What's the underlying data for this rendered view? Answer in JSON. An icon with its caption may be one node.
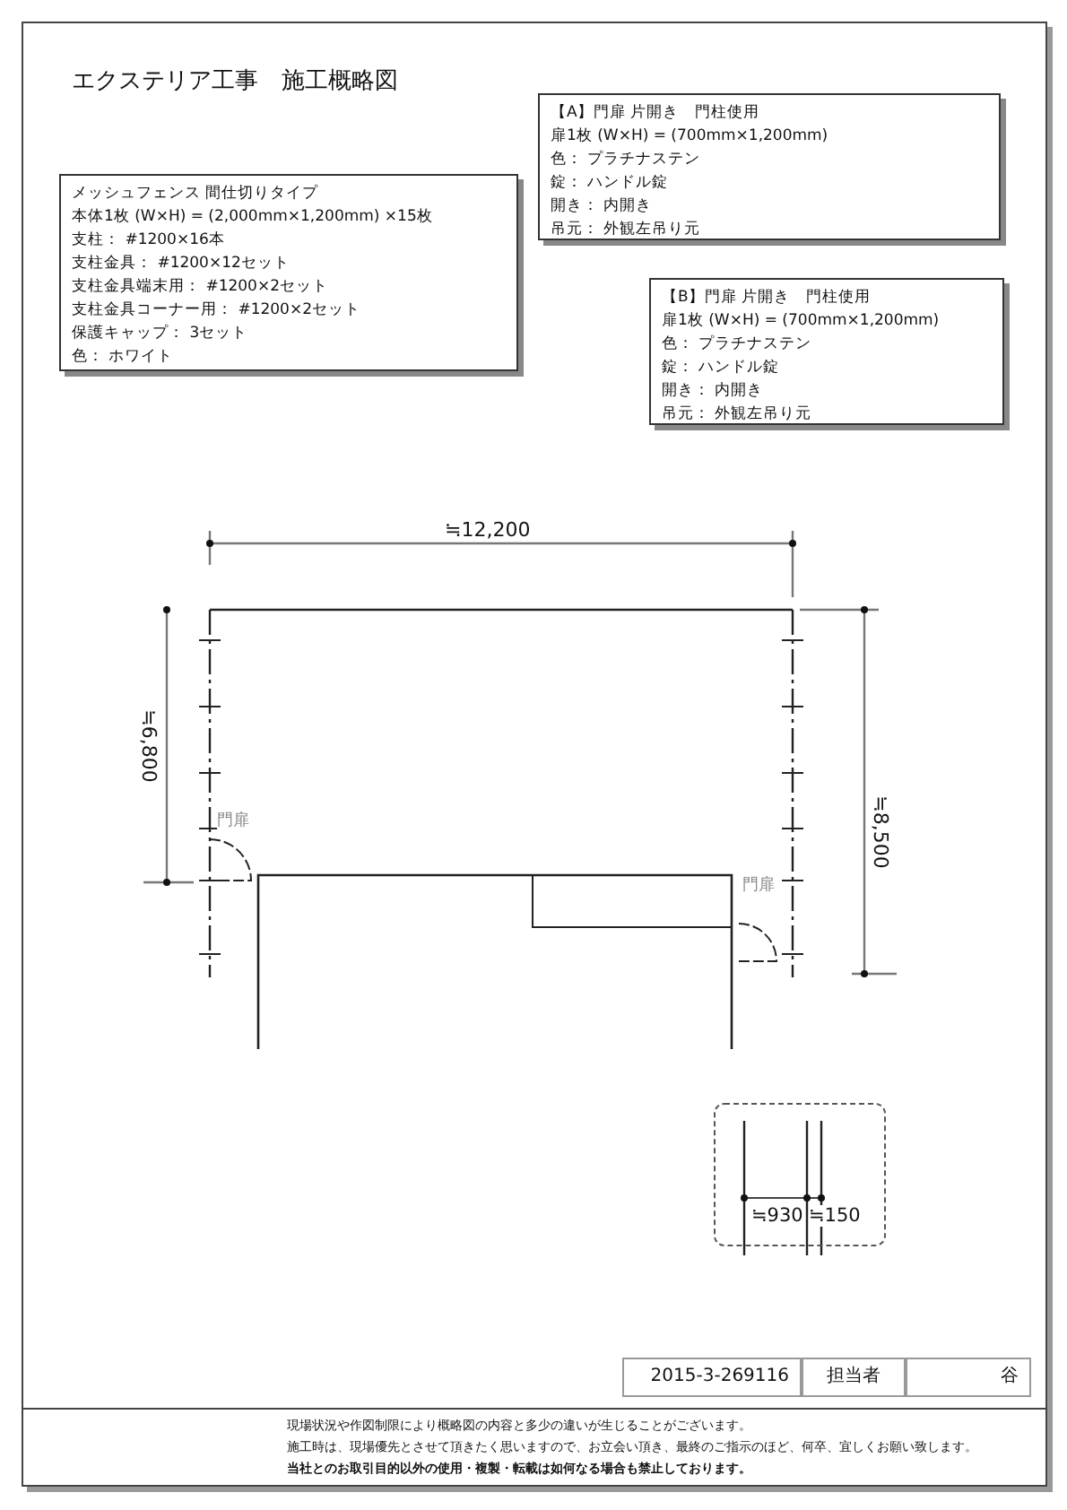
{
  "diagram": {
    "title": "エクステリア工事　施工概略図",
    "nodes": [
      {
        "text": [
          "メッシュフェンス 間仕切りタイプ",
          "本体1枚 (W×H) = (2,000mm×1,200mm) ×15枚",
          "支柱： #1200×16本",
          "支柱金具： #1200×12セット",
          "支柱金具端末用： #1200×2セット",
          "支柱金具コーナー用： #1200×2セット",
          "保護キャップ： 3セット",
          "色： ホワイト"
        ]
      },
      {
        "text": [
          "【A】門扉 片開き　門柱使用",
          "扉1枚 (W×H) = (700mm×1,200mm)",
          "色： プラチナステン",
          "錠： ハンドル錠",
          "開き： 内開き",
          "吊元： 外観左吊り元"
        ]
      },
      {
        "text": [
          "【B】門扉 片開き　門柱使用",
          "扉1枚 (W×H) = (700mm×1,200mm)",
          "色： プラチナステン",
          "錠： ハンドル錠",
          "開き： 内開き",
          "吊元： 外観左吊り元"
        ]
      },
      {
        "text": [
          "≒930",
          "≒150"
        ]
      }
    ],
    "labels": [
      "≒12,200",
      "≒6,800",
      "門扉",
      "≒8,500",
      "門扉",
      "2015-3-269116",
      "担当者",
      "谷",
      "現場状況や作図制限により概略図の内容と多少の違いが生じることがございます。",
      "施工時は、現場優先とさせて頂きたく思いますので、お立会い頂き、最終のご指示のほど、何卒、宜しくお願い致します。",
      "当社とのお取引目的以外の使用・複製・転載は如何なる場合も禁止しております。"
    ]
  }
}
